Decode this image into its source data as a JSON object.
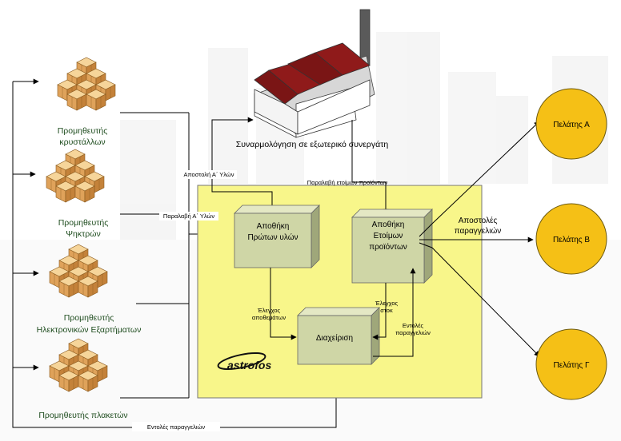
{
  "colors": {
    "panel": "#f8f68a",
    "box_front": "#cfd6a6",
    "box_side": "#9fa77a",
    "customer": "#f5c016",
    "customer_stroke": "#6e5b10",
    "supplier_text": "#1f4d1f",
    "roof": "#7a1515",
    "chimney": "#5a5a5a",
    "skyline": "#f0f0f0"
  },
  "suppliers": [
    {
      "line1": "Προμηθευτής",
      "line2": "κρυστάλλων"
    },
    {
      "line1": "Προμηθευτής",
      "line2": "Ψηκτρών"
    },
    {
      "line1": "Προμηθευτής",
      "line2": "Ηλεκτρονικών Εξαρτήματων"
    },
    {
      "line1": "Προμηθευτής πλακετών",
      "line2": ""
    }
  ],
  "factory_label": "Συναρμολόγηση σε εξωτερικό συνεργάτη",
  "warehouse_raw": {
    "line1": "Αποθήκη",
    "line2": "Πρώτων υλών"
  },
  "warehouse_finished": {
    "line1": "Αποθήκη",
    "line2": "Ετοίμων",
    "line3": "προϊόντων"
  },
  "management": "Διαχείριση",
  "logo_text": "astrofos",
  "flow_labels": {
    "send_materials": "Αποστολή Α΄ Υλών",
    "receive_materials": "Παραλαβή Α΄ Υλών",
    "receive_products": "Παραλαβή ετοίμων προϊόντων",
    "stock_check_1": "Έλεγχος",
    "stock_check_2": "αποθεμάτων",
    "stock_ctrl_1": "Έλεγχος",
    "stock_ctrl_2": "στοκ",
    "orders_1": "Εντολές",
    "orders_2": "παραγγελιών",
    "shipments_1": "Αποστολές",
    "shipments_2": "παραγγελιών",
    "order_instructions": "Εντολές παραγγελιών"
  },
  "customers": [
    "Πελάτης Α",
    "Πελάτης Β",
    "Πελάτης Γ"
  ]
}
